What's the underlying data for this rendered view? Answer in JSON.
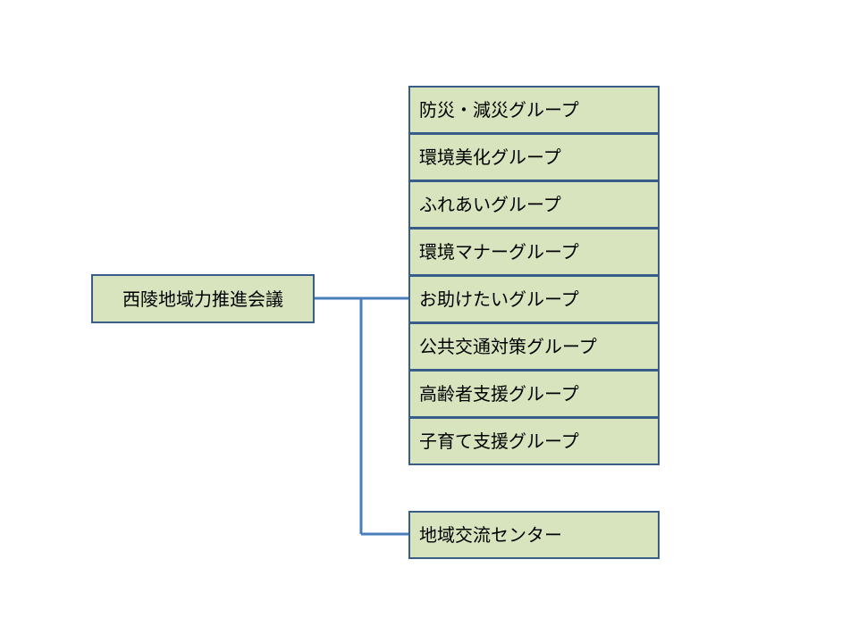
{
  "diagram": {
    "root": {
      "label": "西陵地域力推進会議"
    },
    "groups": [
      {
        "label": "防災・減災グループ"
      },
      {
        "label": "環境美化グループ"
      },
      {
        "label": "ふれあいグループ"
      },
      {
        "label": "環境マナーグループ"
      },
      {
        "label": "お助けたいグループ"
      },
      {
        "label": "公共交通対策グループ"
      },
      {
        "label": "高齢者支援グループ"
      },
      {
        "label": "子育て支援グループ"
      }
    ],
    "center": {
      "label": "地域交流センター"
    }
  },
  "colors": {
    "box_fill": "#d7e4bd",
    "box_border": "#385d8a",
    "connector": "#4a7ebb"
  }
}
